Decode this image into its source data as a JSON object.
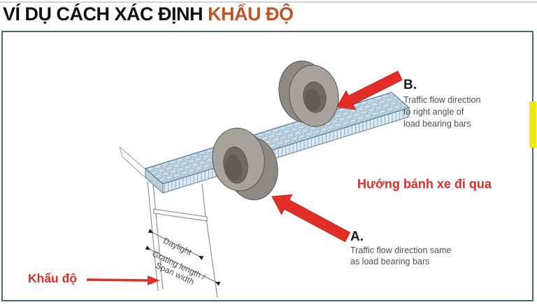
{
  "title": {
    "prefix": "VÍ DỤ CÁCH XÁC ĐỊNH ",
    "highlight": "KHẨU ĐỘ"
  },
  "annotations": {
    "b": {
      "letter": "B.",
      "line1": "Traffic flow direction",
      "line2": "to right angle of",
      "line3": "load bearing bars"
    },
    "a": {
      "letter": "A.",
      "line1": "Traffic flow direction same",
      "line2": "as load bearing bars"
    },
    "wheel_direction": "Hướng bánh xe đi qua",
    "span_callout": "Khẩu độ",
    "daylight": "Daylight",
    "grating_line1": "Grating length /",
    "grating_line2": "Span width"
  },
  "colors": {
    "title_accent": "#c05426",
    "red": "#e22e27",
    "panel_border": "#4e6576",
    "yellow_marker": "#f0e714",
    "grating_fill": "#cadfec",
    "tire_face": "#a7a39c"
  }
}
